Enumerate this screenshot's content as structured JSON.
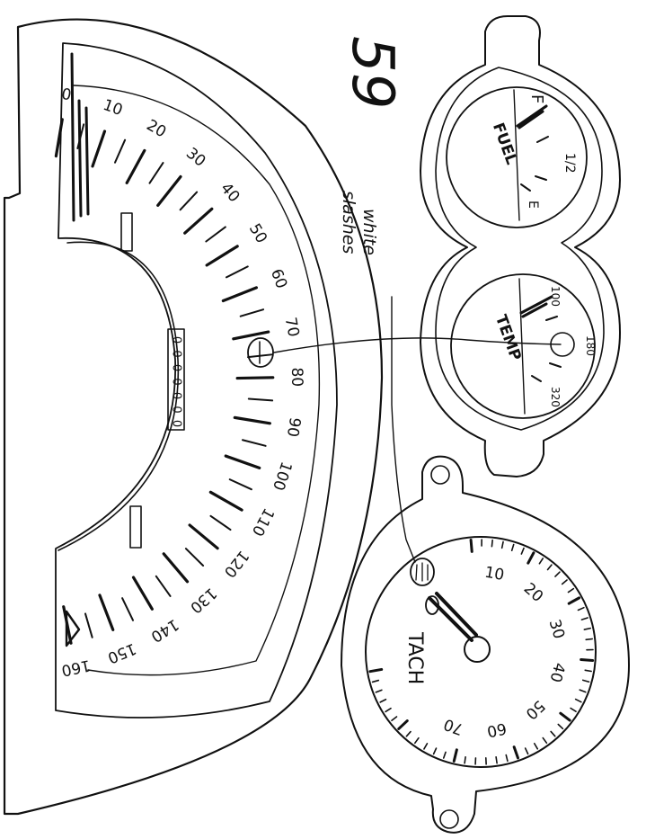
{
  "page_number": "59",
  "annotation": {
    "text": "white slashes",
    "line1": "white",
    "line2": "slashes"
  },
  "speedometer": {
    "labels": [
      "0",
      "10",
      "20",
      "30",
      "40",
      "50",
      "60",
      "70",
      "80",
      "90",
      "100",
      "110",
      "120",
      "130",
      "140",
      "150",
      "160"
    ]
  },
  "odometer": {
    "digits": "0000000"
  },
  "fuel_gauge": {
    "label": "FUEL",
    "empty": "E",
    "half": "1/2",
    "full": "F"
  },
  "temp_gauge": {
    "label": "TEMP",
    "low": "100",
    "mid": "180",
    "high": "320"
  },
  "tach_gauge": {
    "label": "TACH",
    "labels": [
      "10",
      "20",
      "30",
      "40",
      "50",
      "60",
      "70"
    ]
  }
}
